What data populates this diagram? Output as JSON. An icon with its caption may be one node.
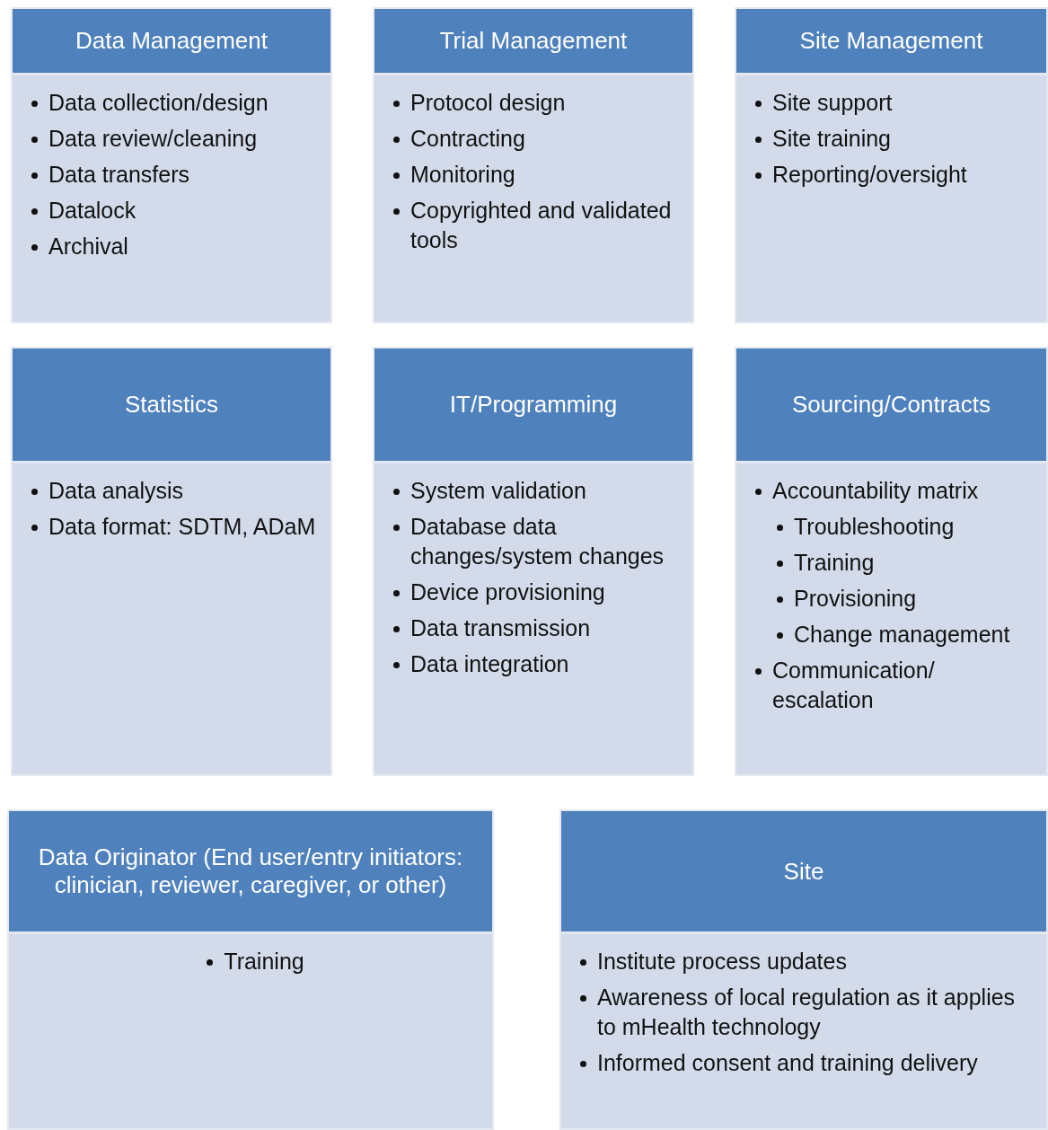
{
  "diagram": {
    "nodes": [
      {
        "text": [
          "Data Management",
          "Data collection/design",
          "Data review/cleaning",
          "Data transfers",
          "Datalock",
          "Archival"
        ]
      },
      {
        "text": [
          "Trial Management",
          "Protocol design",
          "Contracting",
          "Monitoring",
          "Copyrighted and validated tools"
        ]
      },
      {
        "text": [
          "Site Management",
          "Site support",
          "Site training",
          "Reporting/oversight"
        ]
      },
      {
        "text": [
          "Statistics",
          "Data analysis",
          "Data format: SDTM, ADaM"
        ]
      },
      {
        "text": [
          "IT/Programming",
          "System validation",
          "Database data changes/system changes",
          "Device provisioning",
          "Data transmission",
          "Data integration"
        ]
      },
      {
        "text": [
          "Sourcing/Contracts",
          "Accountability matrix",
          "Troubleshooting",
          "Training",
          "Provisioning",
          "Change management",
          "Communication/ escalation"
        ]
      },
      {
        "text": [
          "Data Originator (End user/entry initiators: clinician, reviewer, caregiver, or other)",
          "Training"
        ]
      },
      {
        "text": [
          "Site",
          "Institute process updates",
          "Awareness of local regulation as it applies to mHealth technology",
          "Informed consent and training delivery"
        ]
      }
    ]
  }
}
